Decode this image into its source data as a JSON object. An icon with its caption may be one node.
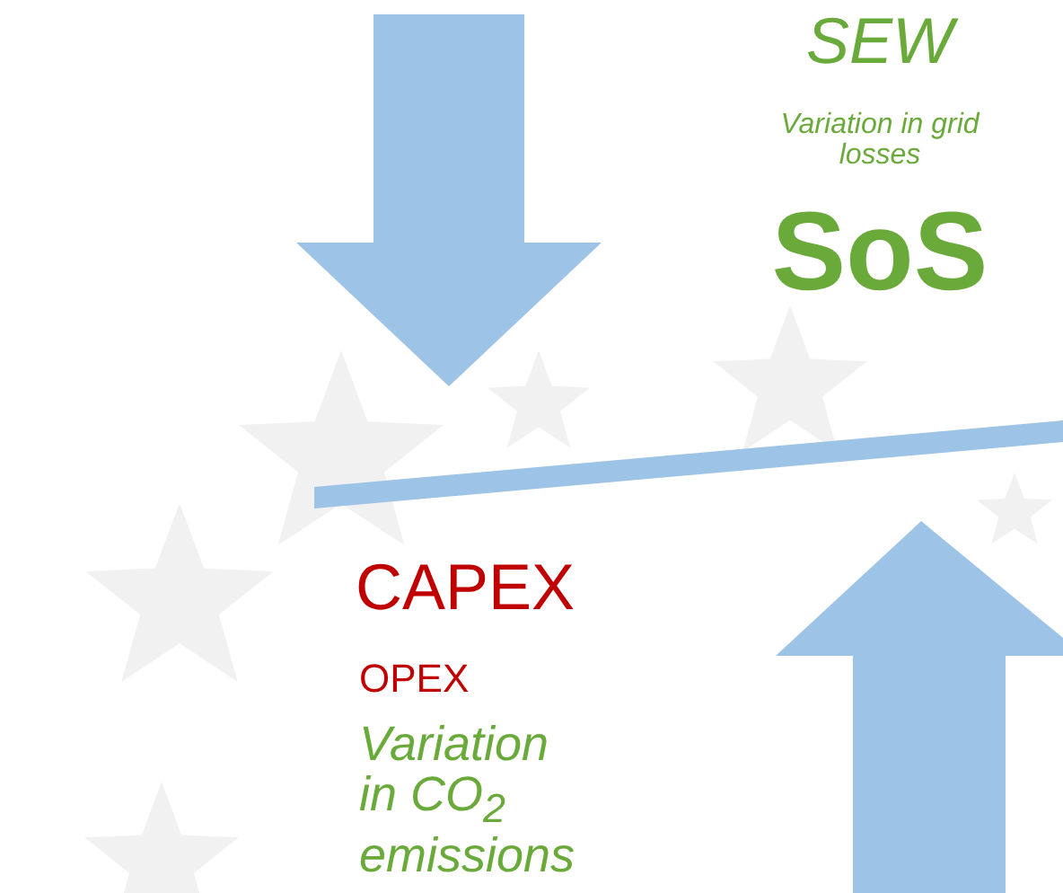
{
  "diagram": {
    "labels": [
      "SEW",
      "Variation in grid losses",
      "SoS",
      "CAPEX",
      "OPEX",
      "Variation in CO$_{2}$ emissions"
    ]
  }
}
